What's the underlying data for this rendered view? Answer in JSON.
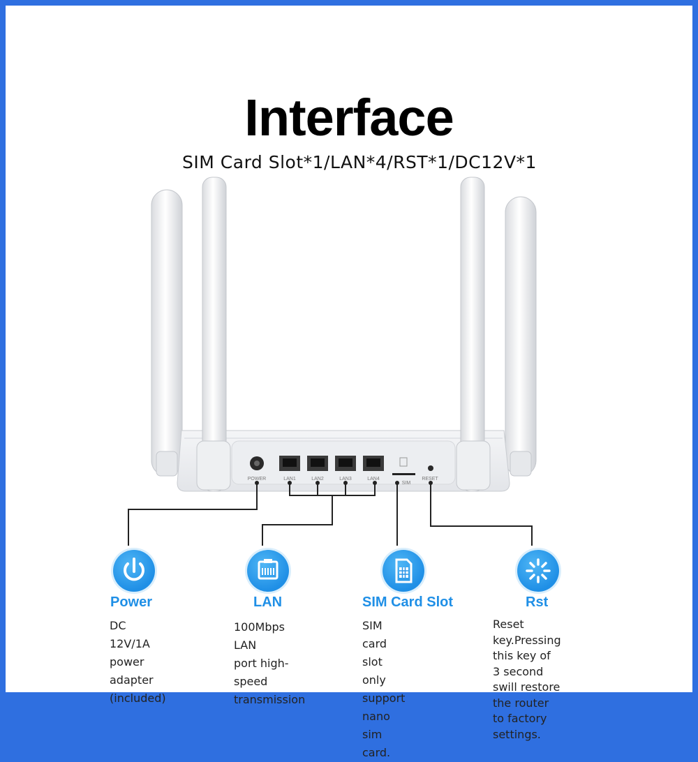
{
  "header": {
    "title": "Interface",
    "subtitle": "SIM Card Slot*1/LAN*4/RST*1/DC12V*1"
  },
  "ports": {
    "power": "POWER",
    "lan": [
      "LAN1",
      "LAN2",
      "LAN3",
      "LAN4"
    ],
    "sim": "SIM",
    "reset": "RESET"
  },
  "features": [
    {
      "icon": "power-icon",
      "name": "Power",
      "desc": "DC 12V/1A\npower\nadapter (included)"
    },
    {
      "icon": "ethernet-port-icon",
      "name": "LAN",
      "desc": "100Mbps LAN\nport high-speed\ntransmission"
    },
    {
      "icon": "sim-card-icon",
      "name": "SIM Card Slot",
      "desc": "SIM card slot only\nsupport nano\nsim card."
    },
    {
      "icon": "reset-icon",
      "name": "Rst",
      "desc": "Reset key.Pressing\nthis key of 3 second\nswill restore the router\nto factory settings."
    }
  ],
  "colors": {
    "border": "#2f6fe0",
    "accent": "#1f8fe6",
    "line": "#222222"
  }
}
